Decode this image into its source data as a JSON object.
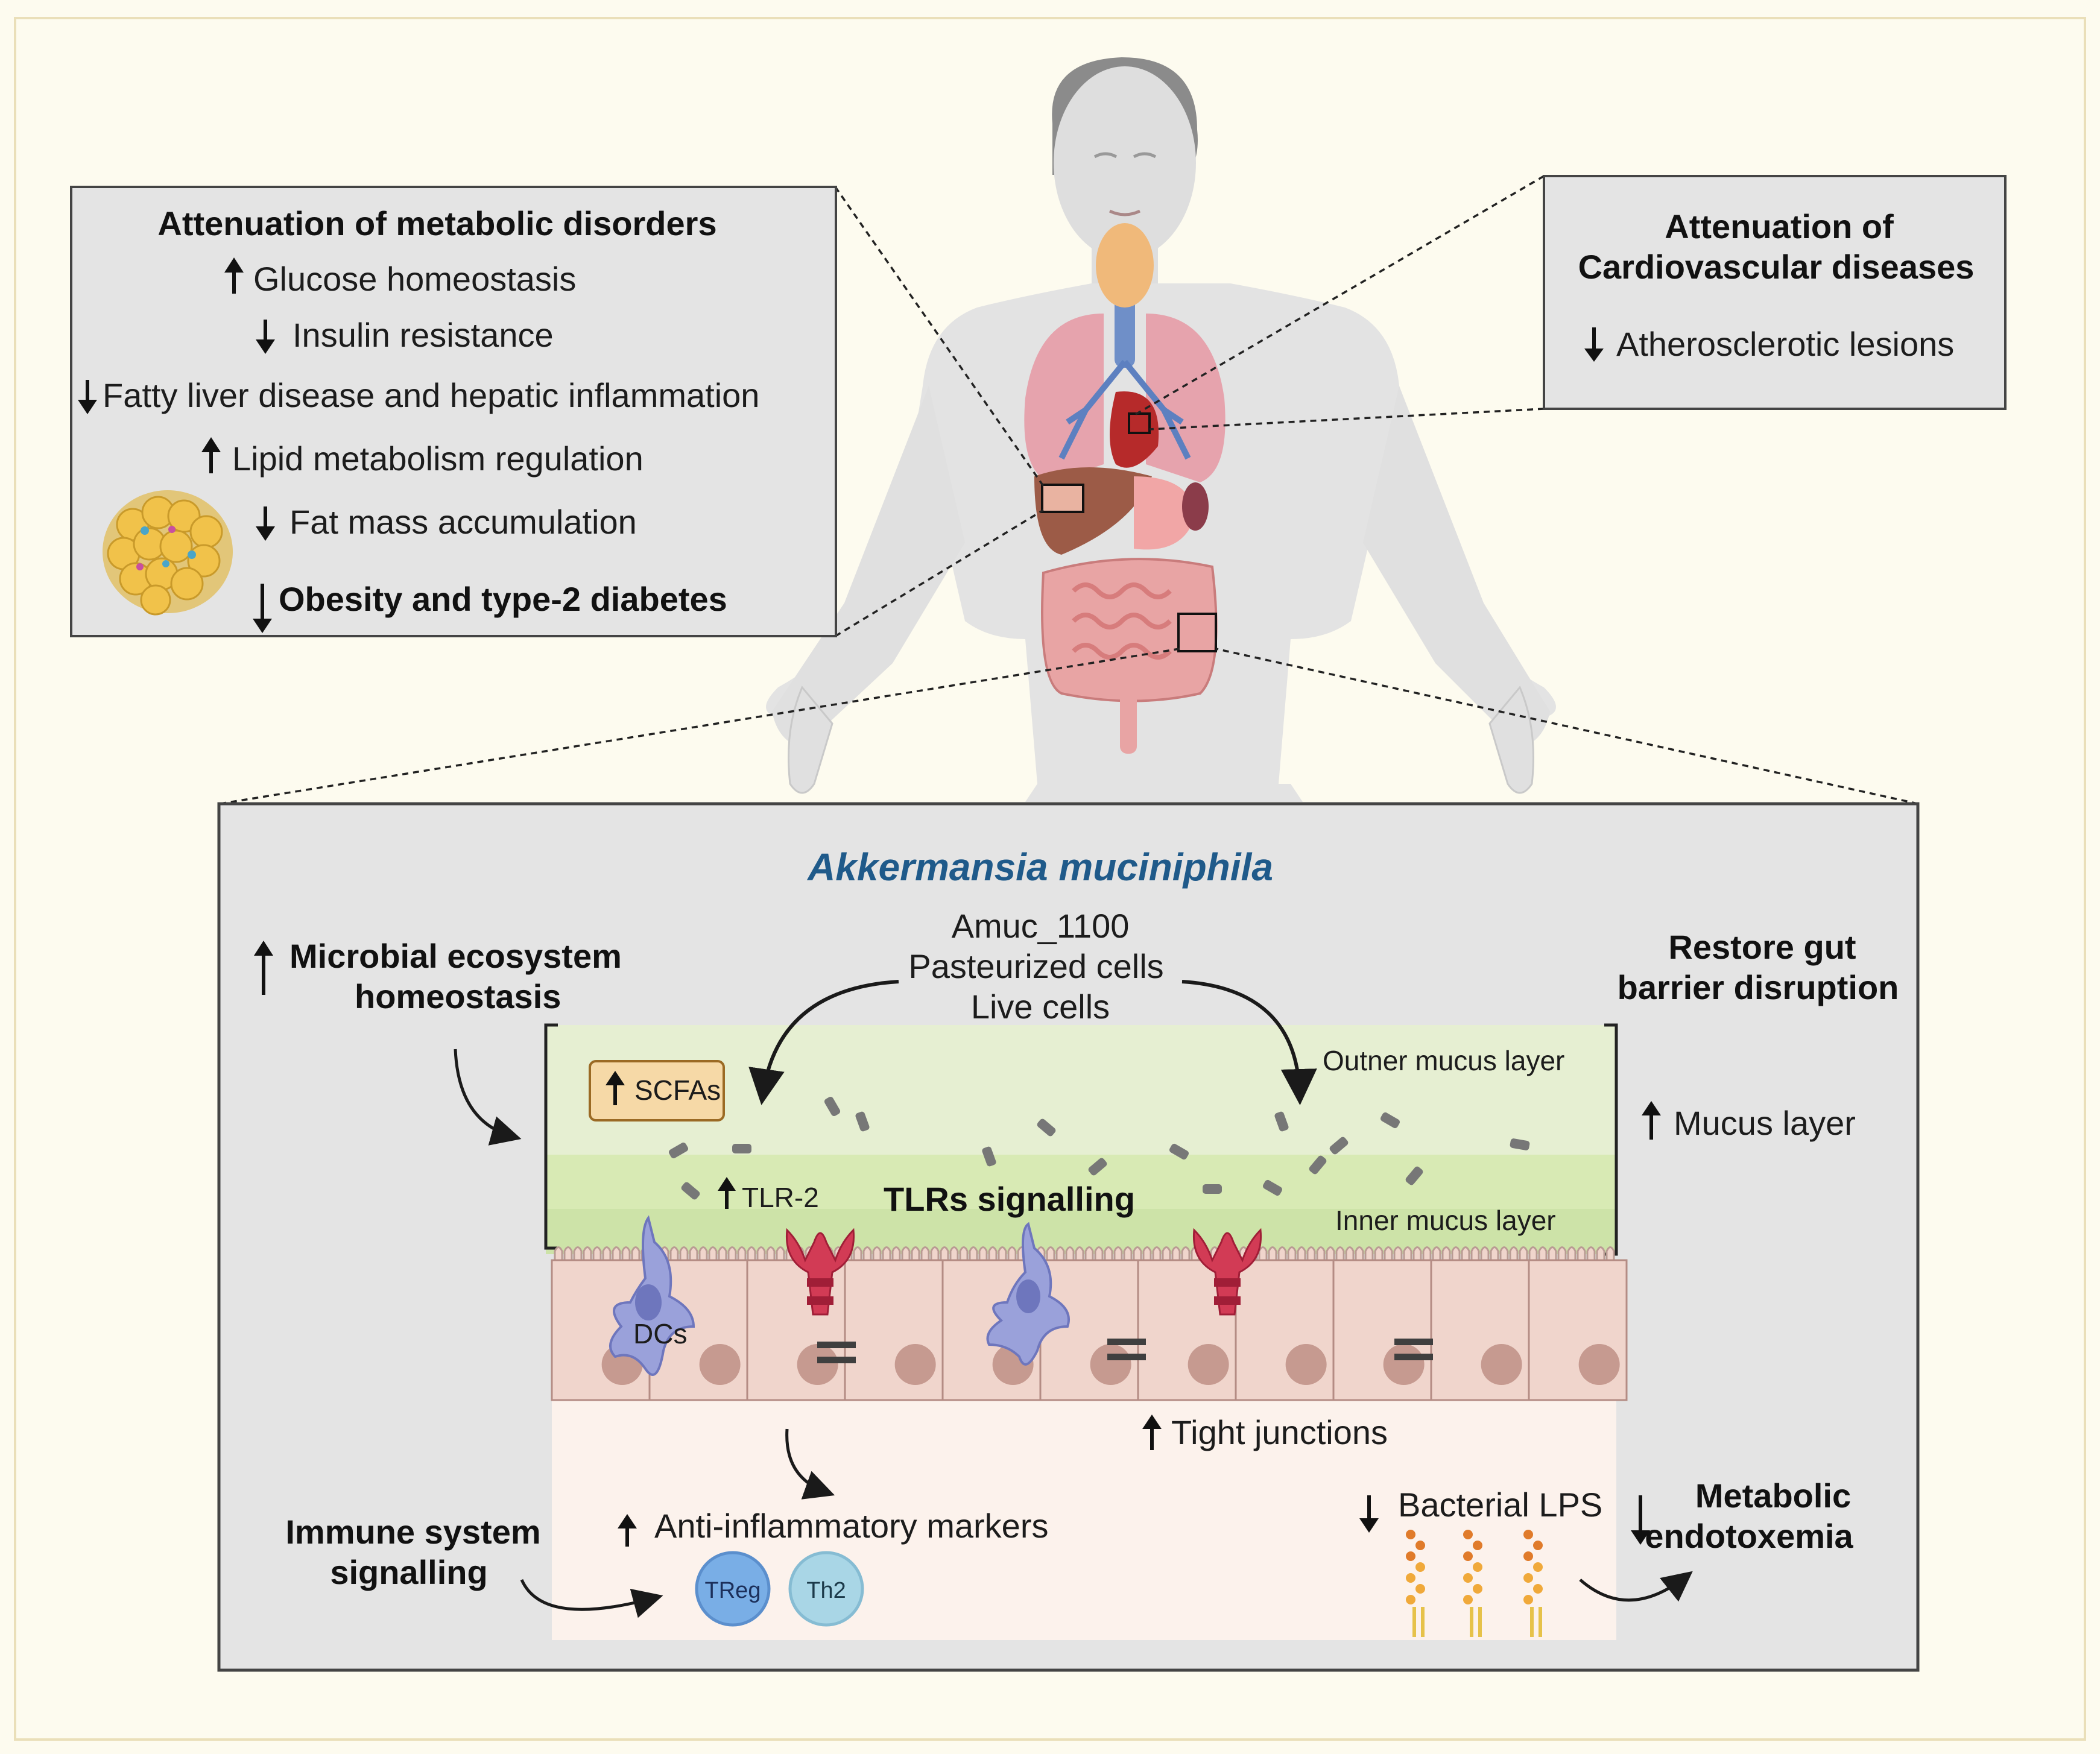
{
  "metabolic": {
    "title": "Attenuation of metabolic disorders",
    "items": [
      "Glucose homeostasis",
      "Insulin resistance",
      "Fatty liver disease and hepatic inflammation",
      "Lipid metabolism regulation",
      "Fat mass accumulation",
      "Obesity and type-2 diabetes"
    ],
    "directions": [
      "up",
      "down",
      "down",
      "up",
      "down",
      "down"
    ]
  },
  "cardio": {
    "title_line1": "Attenuation of",
    "title_line2": "Cardiovascular diseases",
    "item": "Atherosclerotic lesions",
    "direction": "down"
  },
  "gut": {
    "species": "Akkermansia muciniphila",
    "forms": [
      "Amuc_1100",
      "Pasteurized cells",
      "Live cells"
    ],
    "microbial_line1": "Microbial ecosystem",
    "microbial_line2": "homeostasis",
    "restore_line1": "Restore gut",
    "restore_line2": "barrier disruption",
    "outer_mucus": "Outner mucus layer",
    "inner_mucus": "Inner mucus layer",
    "mucus_layer": "Mucus layer",
    "scfas": "SCFAs",
    "tlr2": "TLR-2",
    "tlrs": "TLRs signalling",
    "dcs": "DCs",
    "tight_junctions": "Tight junctions",
    "anti_inflammatory": "Anti-inflammatory markers",
    "treg": "TReg",
    "th2": "Th2",
    "immune_line1": "Immune system",
    "immune_line2": "signalling",
    "bacterial_lps": "Bacterial LPS",
    "metabolic_line1": "Metabolic",
    "metabolic_line2": "endotoxemia"
  },
  "colors": {
    "background": "#fdfbef",
    "panel": "#e4e4e4",
    "species_text": "#1f5a8a",
    "outer_mucus": "#e6efd2",
    "inner_mucus": "#d8eab4",
    "epithelium": "#f0d5cc",
    "lumen_lower": "#fcf2ec",
    "receptor": "#d23b55",
    "dendritic_cell": "#9aa1da",
    "treg": "#79aee6",
    "th2": "#a9d6e6"
  }
}
